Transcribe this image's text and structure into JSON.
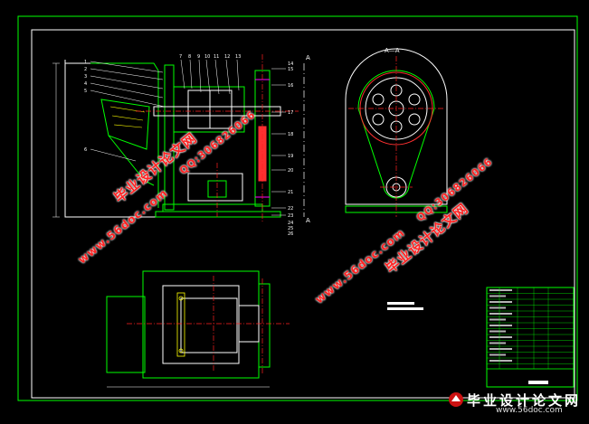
{
  "drawing": {
    "section_label": "A—A",
    "cut_marker_top": "A",
    "cut_marker_bottom": "A",
    "part_numbers_top": [
      "7",
      "8",
      "9",
      "10",
      "11",
      "12",
      "13"
    ],
    "part_numbers_left": [
      "1",
      "2",
      "3",
      "4",
      "5",
      "6"
    ],
    "part_numbers_right": [
      "14",
      "15",
      "16",
      "17",
      "18",
      "19",
      "20",
      "21",
      "22",
      "23",
      "24",
      "25",
      "26"
    ]
  },
  "watermarks": {
    "site": "www.56doc.com",
    "qq": "QQ:306826066",
    "cn": "毕业设计论文网"
  },
  "logo": {
    "cn": "毕业设计论文网",
    "url": "www.56doc.com"
  },
  "colors": {
    "outline": "#00ff00",
    "outline_white": "#ffffff",
    "centerline": "#ff2020",
    "hatch_purple": "#b040ff",
    "yellow": "#ffff00",
    "cyan": "#00ffff",
    "magenta": "#ff00ff",
    "watermark": "#ff2222"
  }
}
